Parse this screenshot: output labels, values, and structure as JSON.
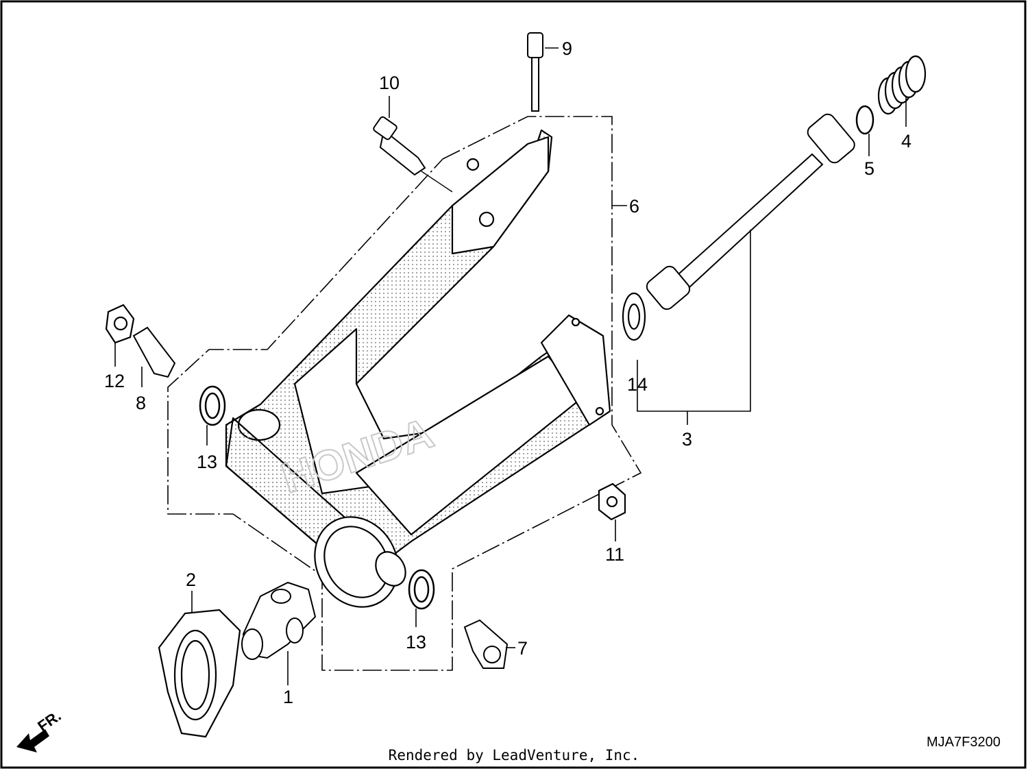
{
  "diagram": {
    "callouts": {
      "c1": "1",
      "c2": "2",
      "c3": "3",
      "c4": "4",
      "c5": "5",
      "c6": "6",
      "c7": "7",
      "c8": "8",
      "c9": "9",
      "c10": "10",
      "c11": "11",
      "c12": "12",
      "c13a": "13",
      "c13b": "13",
      "c14": "14"
    },
    "direction_label": "FR.",
    "watermark": "HONDA",
    "part_code": "MJA7F3200"
  },
  "footer": {
    "credit": "Rendered by LeadVenture, Inc."
  },
  "colors": {
    "line": "#000000",
    "background": "#ffffff",
    "shade": "#b8b8b8"
  }
}
